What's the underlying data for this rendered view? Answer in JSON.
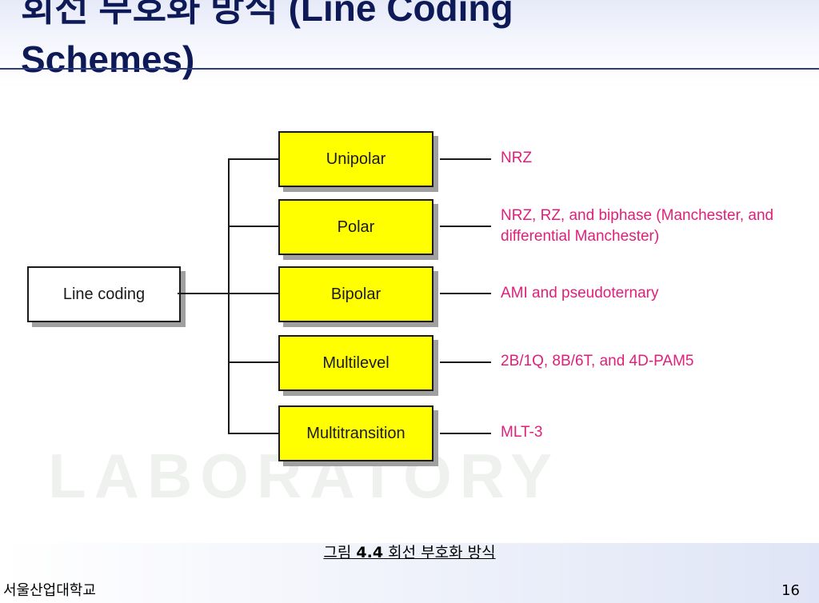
{
  "slide": {
    "title": "회선 부호화 방식 (Line Coding Schemes)",
    "watermark": "LABORATORY",
    "caption_prefix": "그림",
    "caption_number": "4.4",
    "caption_text": "회선 부호화 방식",
    "footer_left": "서울산업대학교",
    "page_number": "16"
  },
  "diagram": {
    "root": "Line coding",
    "categories": [
      {
        "label": "Unipolar",
        "description": "NRZ"
      },
      {
        "label": "Polar",
        "description": "NRZ, RZ, and biphase (Manchester, and differential Manchester)"
      },
      {
        "label": "Bipolar",
        "description": "AMI and pseudoternary"
      },
      {
        "label": "Multilevel",
        "description": "2B/1Q,  8B/6T, and 4D-PAM5"
      },
      {
        "label": "Multitransition",
        "description": "MLT-3"
      }
    ],
    "colors": {
      "category_fill": "#ffff00",
      "description_text": "#e01f7a",
      "title_text": "#0d1a57"
    }
  }
}
